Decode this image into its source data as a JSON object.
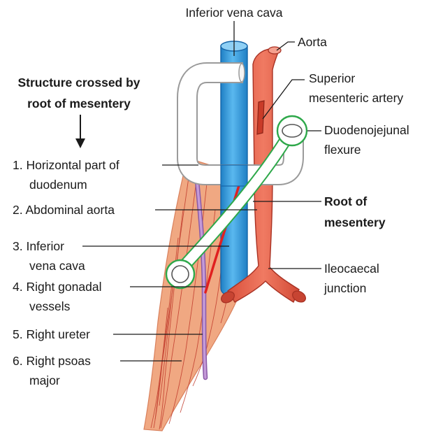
{
  "heading": {
    "line1": "Structure crossed by",
    "line2": "root of mesentery"
  },
  "labels": {
    "ivc": "Inferior vena cava",
    "aorta": "Aorta",
    "sma_line1": "Superior",
    "sma_line2": "mesenteric artery",
    "dj_line1": "Duodenojejunal",
    "dj_line2": "flexure",
    "root_line1": "Root of",
    "root_line2": "mesentery",
    "ileo_line1": "Ileocaecal",
    "ileo_line2": "junction"
  },
  "structures": [
    {
      "line1": "1. Horizontal part of",
      "line2": "duodenum"
    },
    {
      "line1": "2. Abdominal aorta"
    },
    {
      "line1": "3. Inferior",
      "line2": "vena cava"
    },
    {
      "line1": "4. Right gonadal",
      "line2": "vessels"
    },
    {
      "line1": "5. Right ureter"
    },
    {
      "line1": "6. Right psoas",
      "line2": "major"
    }
  ],
  "colors": {
    "psoas_muscle": "#f0a882",
    "muscle_fibers": "#c0392b",
    "aorta": "#e8604c",
    "inferior_vena_cava": "#3aa0e0",
    "duodenum": "#ffffff",
    "root_of_mesentery_outline": "#2ea84a",
    "ureter": "#b07cc6",
    "gonadal_vessel": "#e02020"
  }
}
